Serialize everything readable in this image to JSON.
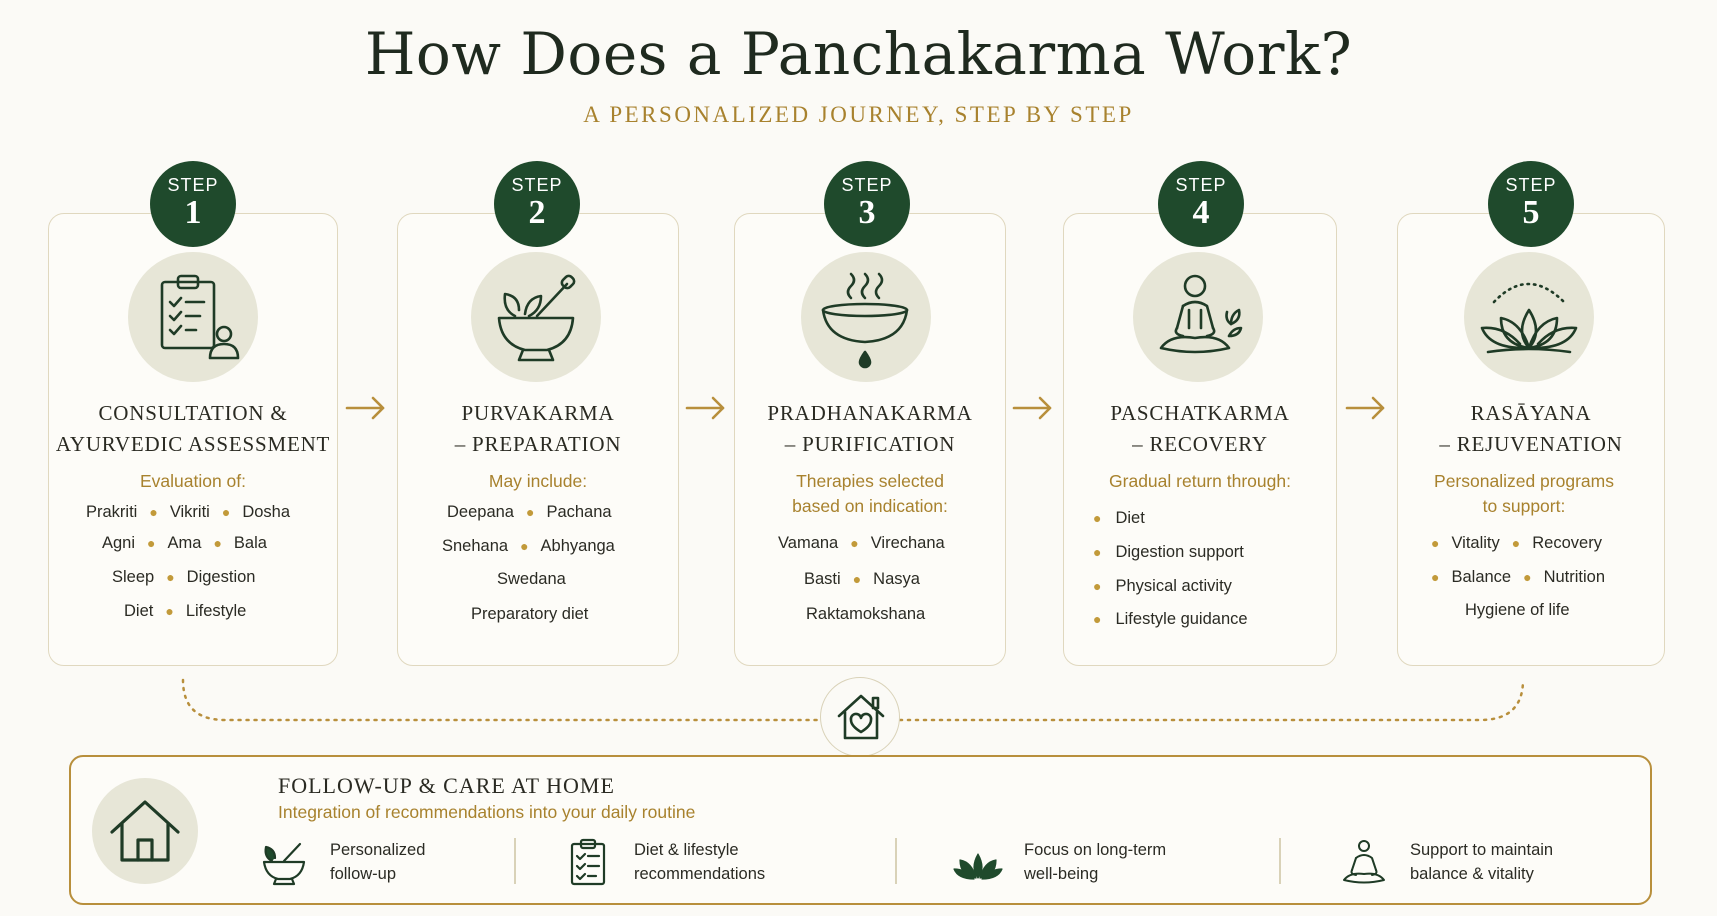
{
  "header": {
    "title": "How Does a Panchakarma Work?",
    "subtitle": "A PERSONALIZED JOURNEY, STEP BY STEP"
  },
  "step_label": "STEP",
  "colors": {
    "accent": "#1f4a2c",
    "gold": "#a8822e",
    "icon_bg": "#e7e6d7"
  },
  "steps": [
    {
      "number": "1",
      "icon": "clipboard-checklist-person-icon",
      "title_lines": [
        "CONSULTATION &",
        "AYURVEDIC ASSESSMENT"
      ],
      "subtitle_lines": [
        "Evaluation of:"
      ],
      "item_rows": [
        [
          "Prakriti",
          "Vikriti",
          "Dosha"
        ],
        [
          "Agni",
          "Ama",
          "Bala"
        ],
        [
          "Sleep",
          "Digestion"
        ],
        [
          "Diet",
          "Lifestyle"
        ]
      ]
    },
    {
      "number": "2",
      "icon": "mortar-pestle-icon",
      "title_lines": [
        "PURVAKARMA",
        "– PREPARATION"
      ],
      "subtitle_lines": [
        "May include:"
      ],
      "item_rows": [
        [
          "Deepana",
          "Pachana"
        ],
        [
          "Snehana",
          "Abhyanga"
        ],
        [
          "Swedana"
        ],
        [
          "Preparatory diet"
        ]
      ]
    },
    {
      "number": "3",
      "icon": "steaming-bowl-icon",
      "title_lines": [
        "PRADHANAKARMA",
        "– PURIFICATION"
      ],
      "subtitle_lines": [
        "Therapies selected",
        "based on indication:"
      ],
      "item_rows": [
        [
          "Vamana",
          "Virechana"
        ],
        [
          "Basti",
          "Nasya"
        ],
        [
          "Raktamokshana"
        ]
      ]
    },
    {
      "number": "4",
      "icon": "meditating-person-icon",
      "title_lines": [
        "PASCHATKARMA",
        "– RECOVERY"
      ],
      "subtitle_lines": [
        "Gradual return through:"
      ],
      "bullets": [
        "Diet",
        "Digestion support",
        "Physical activity",
        "Lifestyle guidance"
      ]
    },
    {
      "number": "5",
      "icon": "lotus-icon",
      "title_lines": [
        "RASĀYANA",
        "– REJUVENATION"
      ],
      "subtitle_lines": [
        "Personalized programs",
        "to support:"
      ],
      "item_rows": [
        [
          "Vitality",
          "Recovery"
        ],
        [
          "Balance",
          "Nutrition"
        ],
        [
          "Hygiene of life"
        ]
      ]
    }
  ],
  "followup": {
    "title": "FOLLOW-UP & CARE AT HOME",
    "subtitle": "Integration of recommendations into your daily routine",
    "items": [
      {
        "icon": "mortar-pestle-icon",
        "lines": [
          "Personalized",
          "follow-up"
        ]
      },
      {
        "icon": "clipboard-checklist-icon",
        "lines": [
          "Diet & lifestyle",
          "recommendations"
        ]
      },
      {
        "icon": "lotus-icon",
        "lines": [
          "Focus on long-term",
          "well-being"
        ]
      },
      {
        "icon": "meditating-person-icon",
        "lines": [
          "Support to maintain",
          "balance & vitality"
        ]
      }
    ]
  }
}
